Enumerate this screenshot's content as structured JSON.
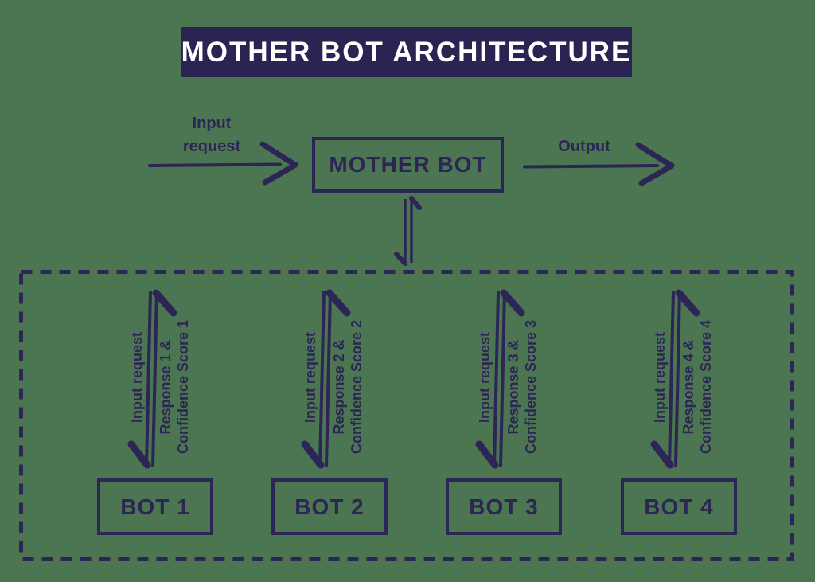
{
  "colors": {
    "background": "#4b7651",
    "ink": "#2c2556",
    "banner_background": "#2b2351",
    "banner_text": "#ffffff"
  },
  "title": "MOTHER BOT ARCHITECTURE",
  "mother_bot": {
    "label": "MOTHER BOT"
  },
  "flow": {
    "input_label": "Input request",
    "output_label": "Output"
  },
  "bots": [
    {
      "name": "BOT 1",
      "input_label": "Input request",
      "response_line1": "Response 1 &",
      "response_line2": "Confidence Score 1"
    },
    {
      "name": "BOT 2",
      "input_label": "Input request",
      "response_line1": "Response 2 &",
      "response_line2": "Confidence Score 2"
    },
    {
      "name": "BOT 3",
      "input_label": "Input request",
      "response_line1": "Response 3 &",
      "response_line2": "Confidence Score 3"
    },
    {
      "name": "BOT 4",
      "input_label": "Input request",
      "response_line1": "Response 4 &",
      "response_line2": "Confidence Score 4"
    }
  ]
}
